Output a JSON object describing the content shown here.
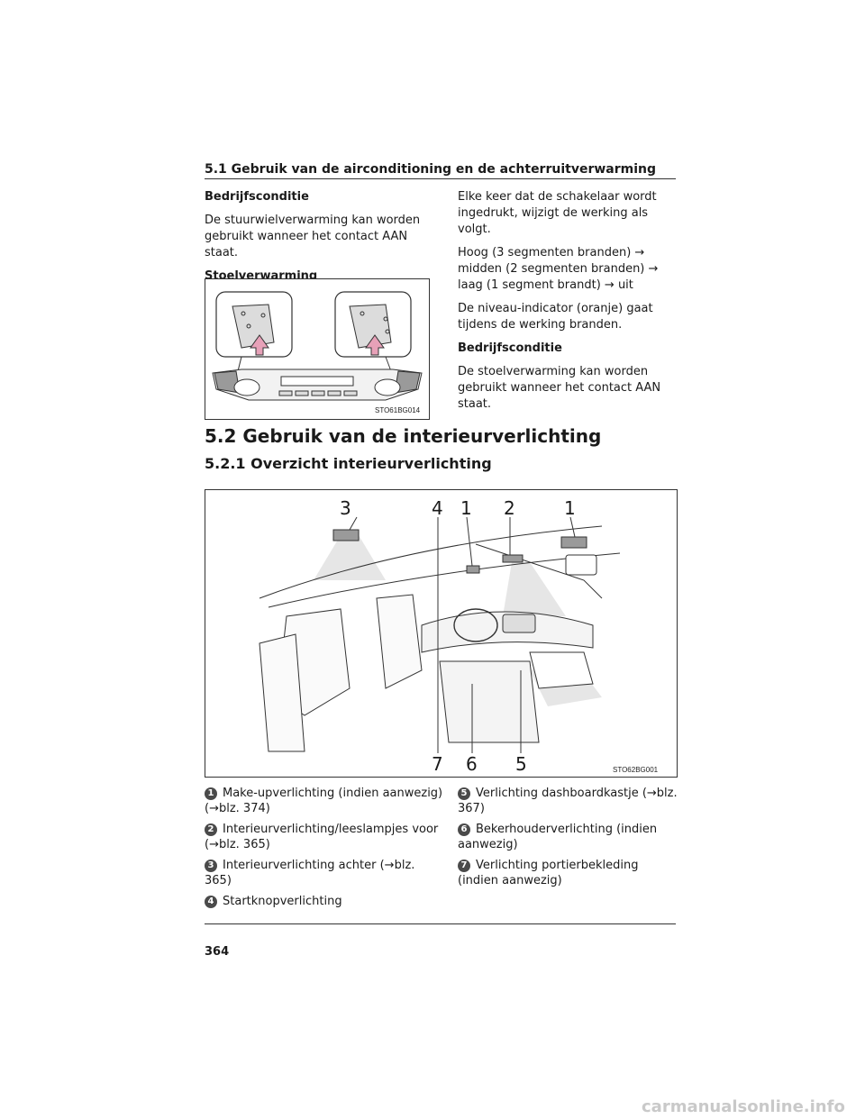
{
  "header": {
    "section_title": "5.1  Gebruik van de airconditioning en de achterruitverwarming"
  },
  "left_col": {
    "h1": "Bedrijfsconditie",
    "p1": "De stuurwielverwarming kan worden gebruikt wanneer het contact AAN staat.",
    "h2": "Stoelverwarming"
  },
  "right_col": {
    "p1": "Elke keer dat de schakelaar wordt ingedrukt, wijzigt de werking als volgt.",
    "p2": "Hoog (3 segmenten branden) → midden (2 segmenten branden) → laag (1 segment brandt) → uit",
    "p3": "De niveau-indicator (oranje) gaat tijdens de werking branden.",
    "h1": "Bedrijfsconditie",
    "p4": "De stoelverwarming kan worden gebruikt wanneer het contact AAN staat."
  },
  "figure1": {
    "code": "STO61BG014"
  },
  "section2": {
    "title": "5.2  Gebruik van de interieurverlichting",
    "subtitle": "5.2.1  Overzicht interieurverlichting"
  },
  "figure2": {
    "code": "STO62BG001",
    "callouts": [
      "3",
      "4",
      "1",
      "2",
      "1",
      "7",
      "6",
      "5"
    ]
  },
  "legend": {
    "left": [
      {
        "num": "1",
        "text": "Make-upverlichting (indien aanwezig) (→blz. 374)"
      },
      {
        "num": "2",
        "text": "Interieurverlichting/leeslampjes voor (→blz. 365)"
      },
      {
        "num": "3",
        "text": "Interieurverlichting achter (→blz. 365)"
      },
      {
        "num": "4",
        "text": "Startknopverlichting"
      }
    ],
    "right": [
      {
        "num": "5",
        "text": "Verlichting dashboardkastje (→blz. 367)"
      },
      {
        "num": "6",
        "text": "Bekerhouderverlichting (indien aanwezig)"
      },
      {
        "num": "7",
        "text": "Verlichting portierbekleding (indien aanwezig)"
      }
    ]
  },
  "footer": {
    "page_number": "364",
    "watermark": "carmanualsonline.info"
  }
}
